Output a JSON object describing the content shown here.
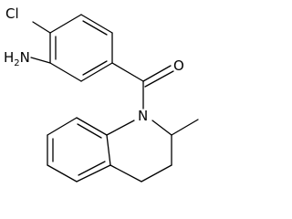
{
  "molecule": {
    "atoms": {
      "chlorine": "Cl",
      "amine_main": "H",
      "amine_sub": "2",
      "amine_n": "N",
      "carbonyl_oxygen": "O",
      "ring_nitrogen": "N"
    },
    "colors": {
      "bonds": "#000000",
      "labels": "#000000",
      "background": "#ffffff"
    }
  }
}
